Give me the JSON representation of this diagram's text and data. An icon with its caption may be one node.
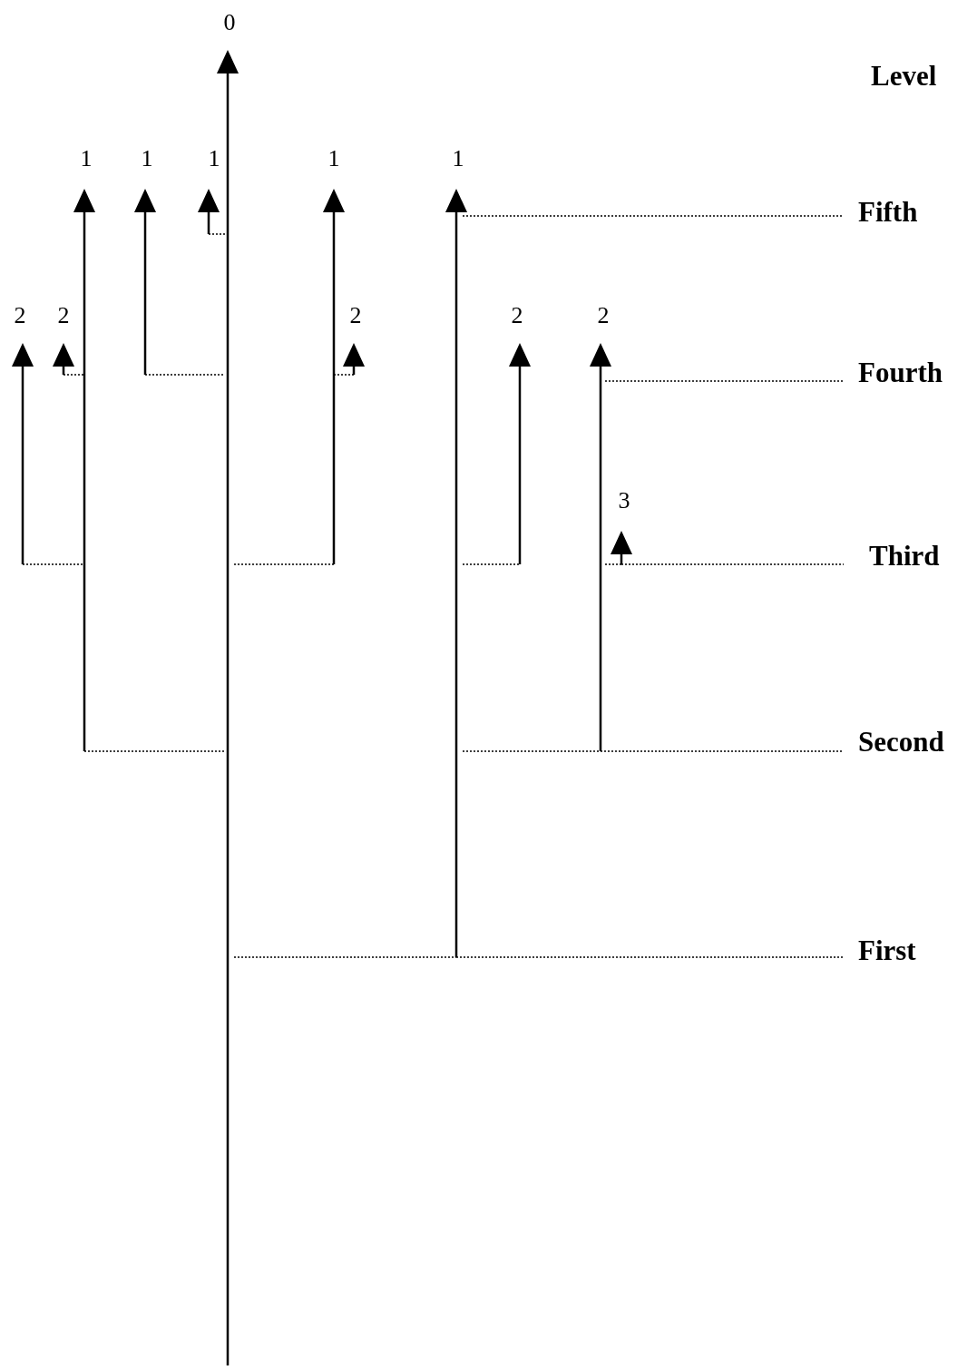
{
  "diagram": {
    "labels": [
      "0",
      "Level",
      "1",
      "1",
      "1",
      "1",
      "1",
      "Fifth",
      "2",
      "2",
      "2",
      "2",
      "2",
      "Fourth",
      "3",
      "Third",
      "Second",
      "First"
    ]
  }
}
